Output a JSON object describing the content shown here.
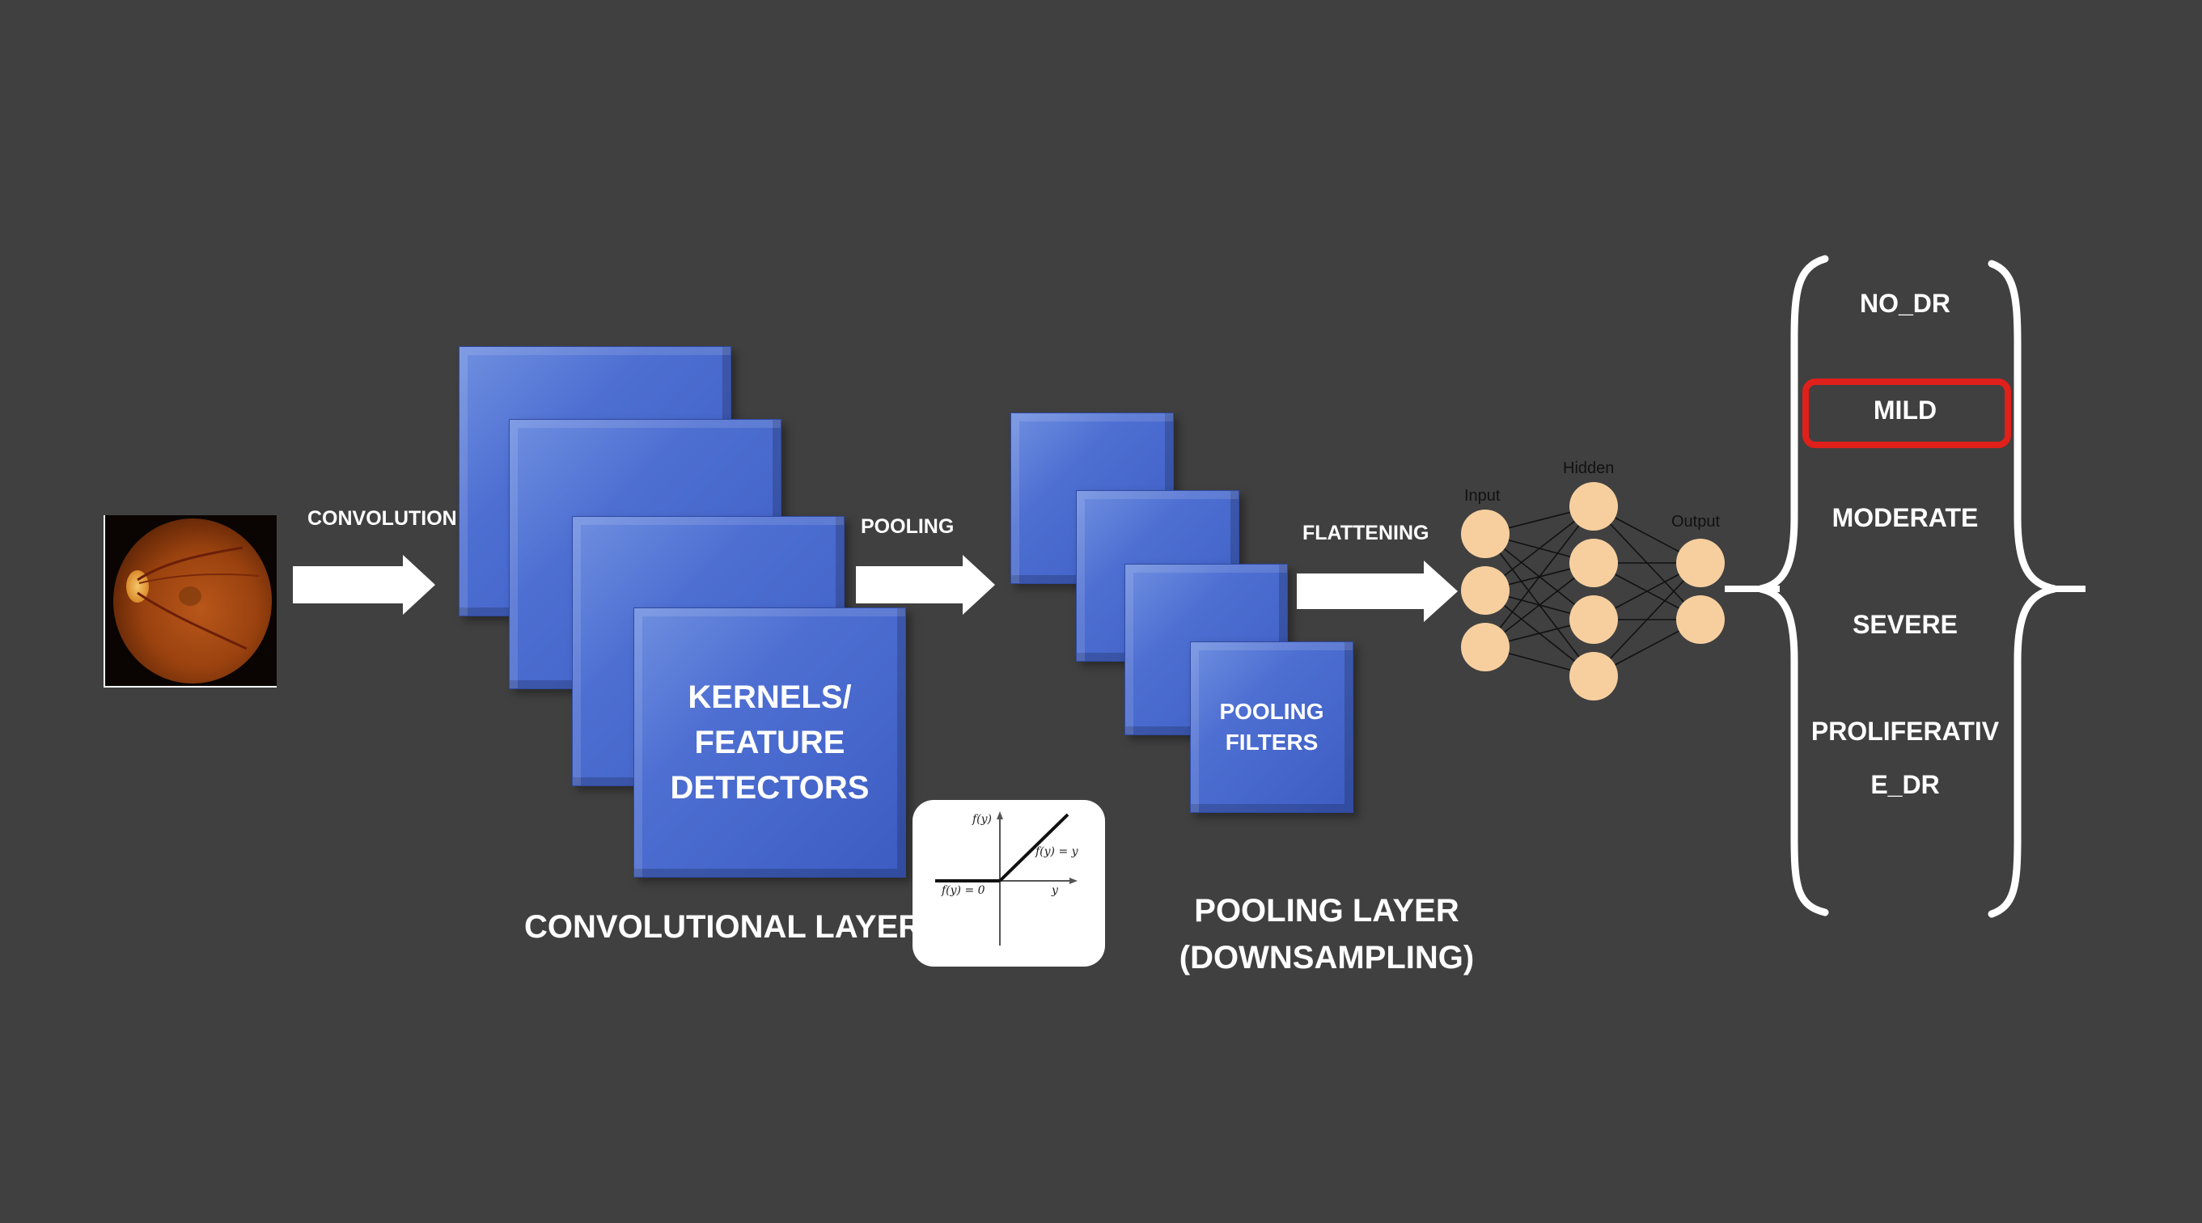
{
  "arrows": {
    "convolution": "CONVOLUTION",
    "pooling": "POOLING",
    "flattening": "FLATTENING"
  },
  "conv_box_text": [
    "KERNELS/",
    "FEATURE",
    "DETECTORS"
  ],
  "pool_box_text": [
    "POOLING",
    "FILTERS"
  ],
  "conv_layer_label": "CONVOLUTIONAL LAYER",
  "pool_layer_label": [
    "POOLING LAYER",
    "(DOWNSAMPLING)"
  ],
  "relu": {
    "left_label": "f(y) = 0",
    "right_label": "f(y) = y",
    "axis_y": "f(y)",
    "axis_x": "y"
  },
  "network": {
    "input": "Input",
    "hidden": "Hidden",
    "output": "Output"
  },
  "classes": [
    "NO_DR",
    "MILD",
    "MODERATE",
    "SEVERE",
    "PROLIFERATIV",
    "E_DR"
  ],
  "highlighted_class": "MILD",
  "colors": {
    "background": "#404040",
    "box": "#4e6fd2",
    "node": "#f7cf9f",
    "highlight": "#e0201b"
  }
}
